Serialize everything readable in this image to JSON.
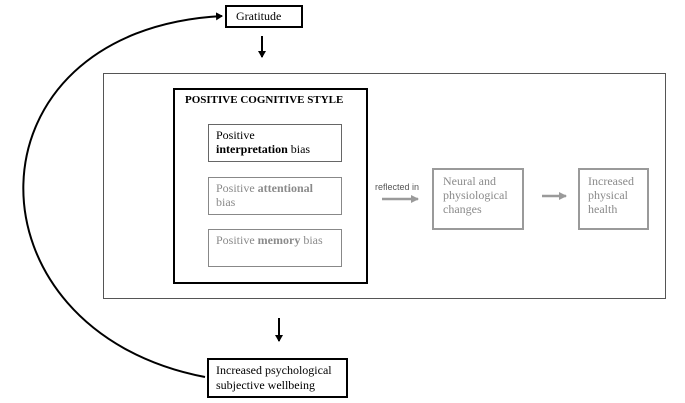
{
  "gratitude": {
    "label": "Gratitude"
  },
  "cognitive_style": {
    "title": "POSITIVE COGNITIVE STYLE",
    "biases": [
      {
        "prefix": "Positive",
        "keyword": "interpretation",
        "suffix": "bias",
        "highlighted": true
      },
      {
        "prefix": "Positive",
        "keyword": "attentional",
        "suffix": "bias",
        "highlighted": false
      },
      {
        "prefix": "Positive",
        "keyword": "memory",
        "suffix": "bias",
        "highlighted": false
      }
    ]
  },
  "connector_label": "reflected in",
  "neural": {
    "lines": [
      "Neural and",
      "physiological",
      "changes"
    ]
  },
  "health": {
    "lines": [
      "Increased",
      "physical",
      "health"
    ]
  },
  "wellbeing": {
    "lines": [
      "Increased psychological",
      "subjective wellbeing"
    ]
  },
  "colors": {
    "primary": "#000000",
    "muted": "#8a8a8a",
    "frame": "#555555"
  }
}
